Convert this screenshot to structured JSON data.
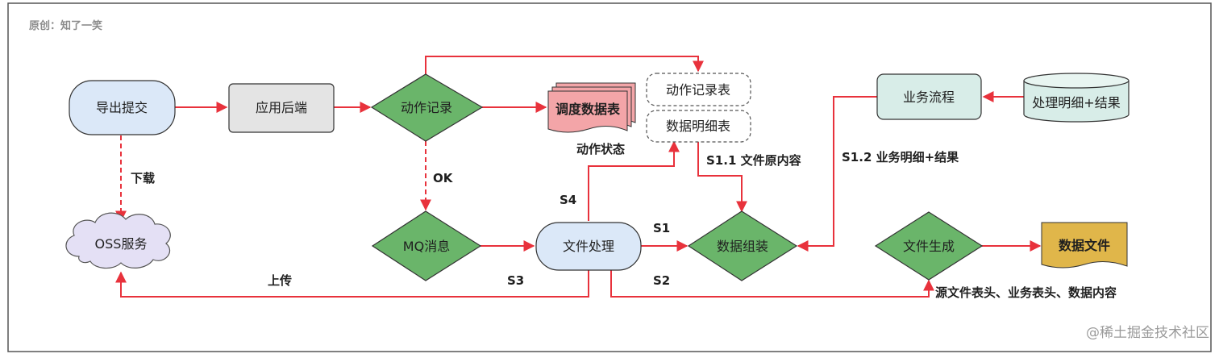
{
  "credit": "原创：知了一笑",
  "watermark": "@稀土掘金技术社区",
  "nodes": {
    "export_submit": "导出提交",
    "app_backend": "应用后端",
    "action_record": "动作记录",
    "schedule_table": "调度数据表",
    "action_record_table": "动作记录表",
    "data_detail_table": "数据明细表",
    "business_flow": "业务流程",
    "process_detail": "处理明细+结果",
    "oss_service": "OSS服务",
    "mq_message": "MQ消息",
    "file_process": "文件处理",
    "data_assemble": "数据组装",
    "file_generate": "文件生成",
    "data_file": "数据文件"
  },
  "edge_labels": {
    "download": "下载",
    "ok": "OK",
    "action_status": "动作状态",
    "s1_1": "S1.1 文件原内容",
    "s1_2": "S1.2 业务明细+结果",
    "s4": "S4",
    "s1": "S1",
    "s2": "S2",
    "s3": "S3",
    "upload": "上传",
    "file_contents": "源文件表头、业务表头、数据内容"
  },
  "colors": {
    "arrow": "#e8323c",
    "frame": "#555555",
    "rounded_blue": "#dbe8f8",
    "gray_box": "#e4e4e4",
    "diamond_green": "#6ab56a",
    "teal_box": "#d8ede8",
    "pink_doc": "#f3a5a8",
    "gold_doc": "#e0b64a"
  }
}
